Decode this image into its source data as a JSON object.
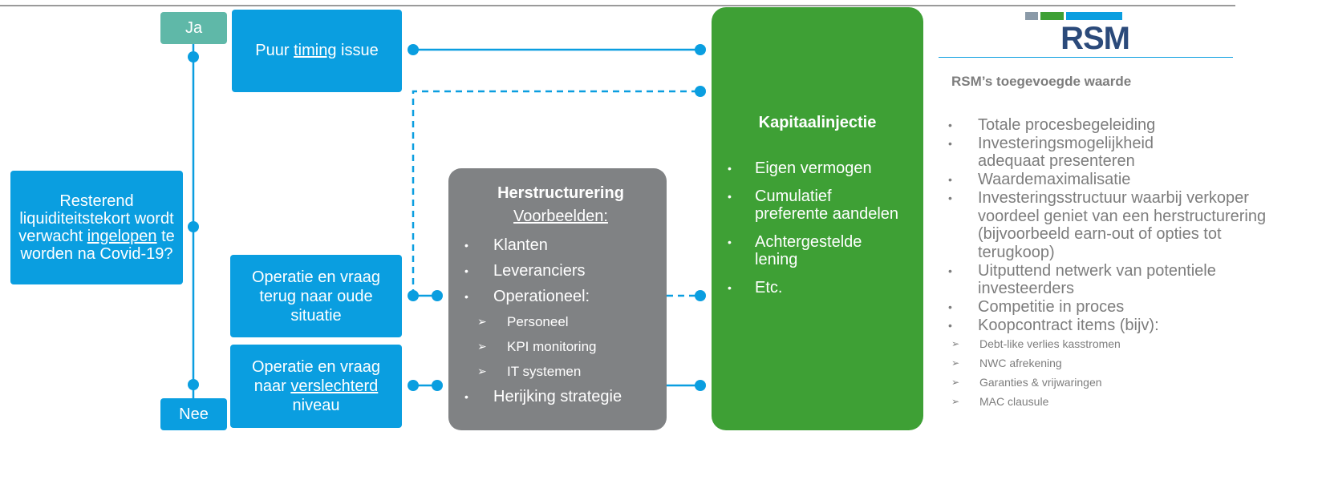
{
  "question": {
    "part1": "Resterend liquiditeitstekort wordt verwacht",
    "underline": "ingelopen",
    "part2": "te worden na Covid-19?"
  },
  "ja": "Ja",
  "nee": "Nee",
  "box_timing": {
    "before": "Puur",
    "underline": "timing",
    "after": "issue"
  },
  "box_terug": "Operatie en vraag terug naar oude situatie",
  "box_verslechterd": {
    "before": "Operatie en vraag naar",
    "underline": "verslechterd",
    "after": "niveau"
  },
  "herstructurering": {
    "title": "Herstructurering",
    "subtitle": "Voorbeelden:",
    "items": [
      "Klanten",
      "Leveranciers",
      "Operationeel:"
    ],
    "subitems": [
      "Personeel",
      "KPI monitoring",
      "IT systemen"
    ],
    "last": "Herijking strategie"
  },
  "kapitaal": {
    "title": "Kapitaalinjectie",
    "items": [
      "Eigen vermogen",
      "Cumulatief preferente aandelen",
      "Achtergestelde lening",
      "Etc."
    ]
  },
  "brand": {
    "logo_text": "RSM",
    "colors": [
      "#8a9aa8",
      "#3ea035",
      "#0a9ee0"
    ]
  },
  "value": {
    "title": "RSM’s toegevoegde waarde",
    "items": [
      "Totale procesbegeleiding",
      "Investeringsmogelijkheid adequaat presenteren",
      "Waardemaximalisatie",
      "Investeringsstructuur waarbij verkoper voordeel geniet van een herstructurering (bijvoorbeeld earn-out of opties tot terugkoop)",
      "Uitputtend netwerk van potentiele investeerders",
      "Competitie in proces",
      "Koopcontract items (bijv):"
    ],
    "subitems": [
      "Debt-like verlies kasstromen",
      "NWC afrekening",
      "Garanties & vrijwaringen",
      "MAC clausule"
    ]
  },
  "colors": {
    "blue": "#0a9ee0",
    "green": "#3ea035",
    "gray": "#808284",
    "teal": "#5fb8a8"
  }
}
